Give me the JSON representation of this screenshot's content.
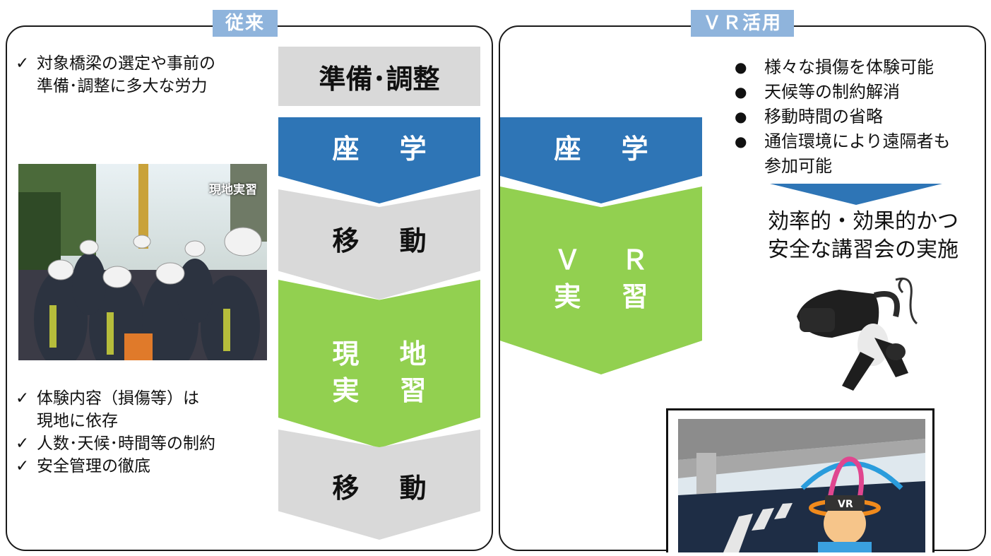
{
  "left": {
    "tag": "従来",
    "top_bullets": [
      {
        "mark": "✓",
        "text": "対象橋梁の選定や事前の\n準備･調整に多大な労力"
      }
    ],
    "bottom_bullets": [
      {
        "mark": "✓",
        "text": "体験内容（損傷等）は\n現地に依存"
      },
      {
        "mark": "✓",
        "text": "人数･天候･時間等の制約"
      },
      {
        "mark": "✓",
        "text": "安全管理の徹底"
      }
    ],
    "photo_label": "現地実習",
    "steps": [
      {
        "label": "準備･調整",
        "color": "#d9d9d9"
      },
      {
        "label": "座 学",
        "color": "#2e75b6"
      },
      {
        "label": "移 動",
        "color": "#d9d9d9"
      },
      {
        "label": "現 地\n実 習",
        "color": "#92d050"
      },
      {
        "label": "移 動",
        "color": "#d9d9d9"
      }
    ]
  },
  "right": {
    "tag": "ＶＲ活用",
    "steps": [
      {
        "label": "座 学",
        "color": "#2e75b6"
      },
      {
        "label": "Ｖ Ｒ\n実 習",
        "color": "#92d050"
      }
    ],
    "benefits": [
      {
        "mark": "●",
        "text": "様々な損傷を体験可能"
      },
      {
        "mark": "●",
        "text": "天候等の制約解消"
      },
      {
        "mark": "●",
        "text": "移動時間の省略"
      },
      {
        "mark": "●",
        "text": "通信環境により遠隔者も\n参加可能"
      }
    ],
    "result": "効率的・効果的かつ\n安全な講習会の実施",
    "vr_badge": "VR"
  }
}
